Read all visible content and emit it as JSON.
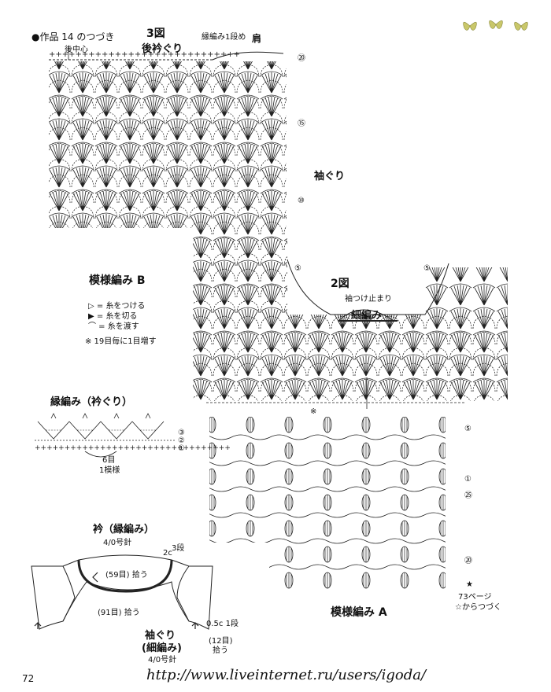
{
  "header": {
    "continuation": "●作品 14 のつづき",
    "fig3_number": "3図",
    "fig3_title": "後衿ぐり",
    "edge_row1": "縁編み1段め",
    "shoulder": "肩",
    "back_center": "後中心"
  },
  "labels": {
    "armhole": "袖ぐり",
    "pattern_b": "模様編み B",
    "fig2_number": "2図",
    "sleeve_stop": "袖つけ止まり",
    "hosoami": "細編み",
    "edge_neck": "縁編み（衿ぐり）",
    "six_stitches": "6目",
    "one_repeat": "1模様",
    "pattern_a": "模様編み A",
    "see_page": "73ページ",
    "continue_from": "☆からつづく",
    "asterisk_mark": "※",
    "star_mark": "★"
  },
  "legend": {
    "items": [
      {
        "symbol": "▷ =",
        "text": "糸をつける"
      },
      {
        "symbol": "▶ =",
        "text": "糸を切る"
      },
      {
        "symbol": "⌒ =",
        "text": "糸を渡す"
      }
    ],
    "note": "※ 19目毎に1目増す"
  },
  "row_numbers": [
    "⑳",
    "⑮",
    "⑩",
    "⑤",
    "⑤",
    "③",
    "②",
    "①",
    "⑤",
    "①",
    "㉕",
    "⑳"
  ],
  "collar_schematic": {
    "title": "衿（縁編み）",
    "needle": "4/0号針",
    "rows_label": "3段",
    "width_label": "2c",
    "pick_59": "(59目) 拾う",
    "pick_91": "(91目) 拾う"
  },
  "armhole_schematic": {
    "title_line1": "袖ぐり",
    "title_line2": "(細編み)",
    "needle": "4/0号針",
    "rows_label": "0.5c 1段",
    "pick_12": "(12目)",
    "pick_label": "拾う"
  },
  "footer": {
    "page_number": "72",
    "url": "http://www.liveinternet.ru/users/igoda/"
  },
  "decoration": {
    "icon": "butterflies-icon",
    "color": "#c9c76a"
  }
}
